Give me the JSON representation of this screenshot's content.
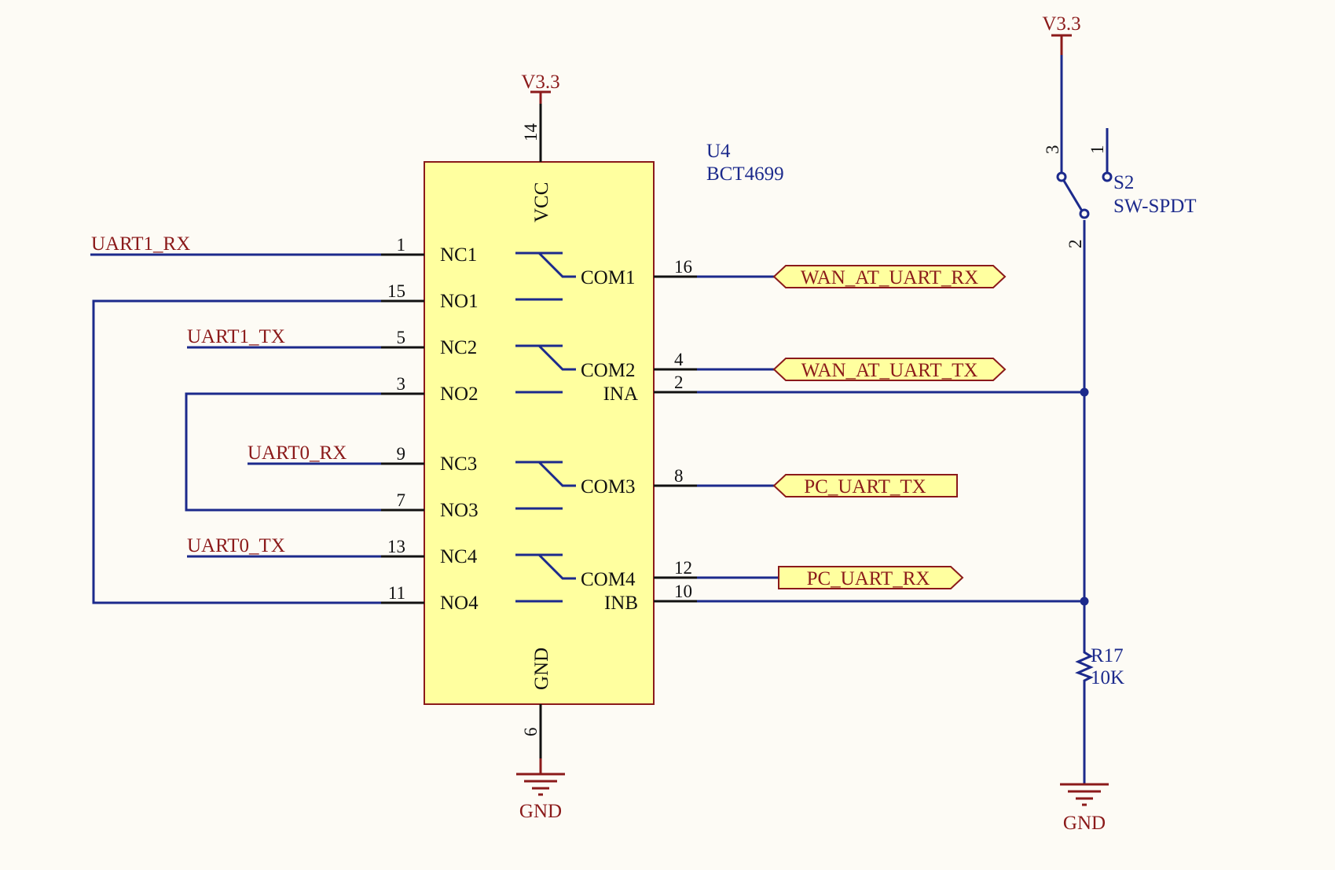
{
  "colors": {
    "background": "#fdfbf5",
    "wire": "#1c2a8c",
    "pin_line": "#111111",
    "net_label": "#8b1a1a",
    "body_fill": "#ffff9f",
    "body_stroke": "#8b1a1a",
    "port_fill": "#ffff9f",
    "power_symbol": "#8b1a1a"
  },
  "u4": {
    "designator": "U4",
    "part": "BCT4699",
    "pins": {
      "vcc": {
        "name": "VCC",
        "num": "14"
      },
      "gnd": {
        "name": "GND",
        "num": "6"
      },
      "nc1": {
        "name": "NC1",
        "num": "1"
      },
      "no1": {
        "name": "NO1",
        "num": "15"
      },
      "nc2": {
        "name": "NC2",
        "num": "5"
      },
      "no2": {
        "name": "NO2",
        "num": "3"
      },
      "nc3": {
        "name": "NC3",
        "num": "9"
      },
      "no3": {
        "name": "NO3",
        "num": "7"
      },
      "nc4": {
        "name": "NC4",
        "num": "13"
      },
      "no4": {
        "name": "NO4",
        "num": "11"
      },
      "com1": {
        "name": "COM1",
        "num": "16"
      },
      "com2": {
        "name": "COM2",
        "num": "4"
      },
      "ina": {
        "name": "INA",
        "num": "2"
      },
      "com3": {
        "name": "COM3",
        "num": "8"
      },
      "com4": {
        "name": "COM4",
        "num": "12"
      },
      "inb": {
        "name": "INB",
        "num": "10"
      }
    }
  },
  "nets": {
    "uart1_rx": "UART1_RX",
    "uart1_tx": "UART1_TX",
    "uart0_rx": "UART0_RX",
    "uart0_tx": "UART0_TX"
  },
  "ports": {
    "wan_rx": "WAN_AT_UART_RX",
    "wan_tx": "WAN_AT_UART_TX",
    "pc_tx": "PC_UART_TX",
    "pc_rx": "PC_UART_RX"
  },
  "power": {
    "u4_vcc": "V3.3",
    "s2_vcc": "V3.3",
    "u4_gnd": "GND",
    "r17_gnd": "GND"
  },
  "s2": {
    "designator": "S2",
    "part": "SW-SPDT",
    "pin1": "1",
    "pin2": "2",
    "pin3": "3"
  },
  "r17": {
    "designator": "R17",
    "value": "10K"
  }
}
